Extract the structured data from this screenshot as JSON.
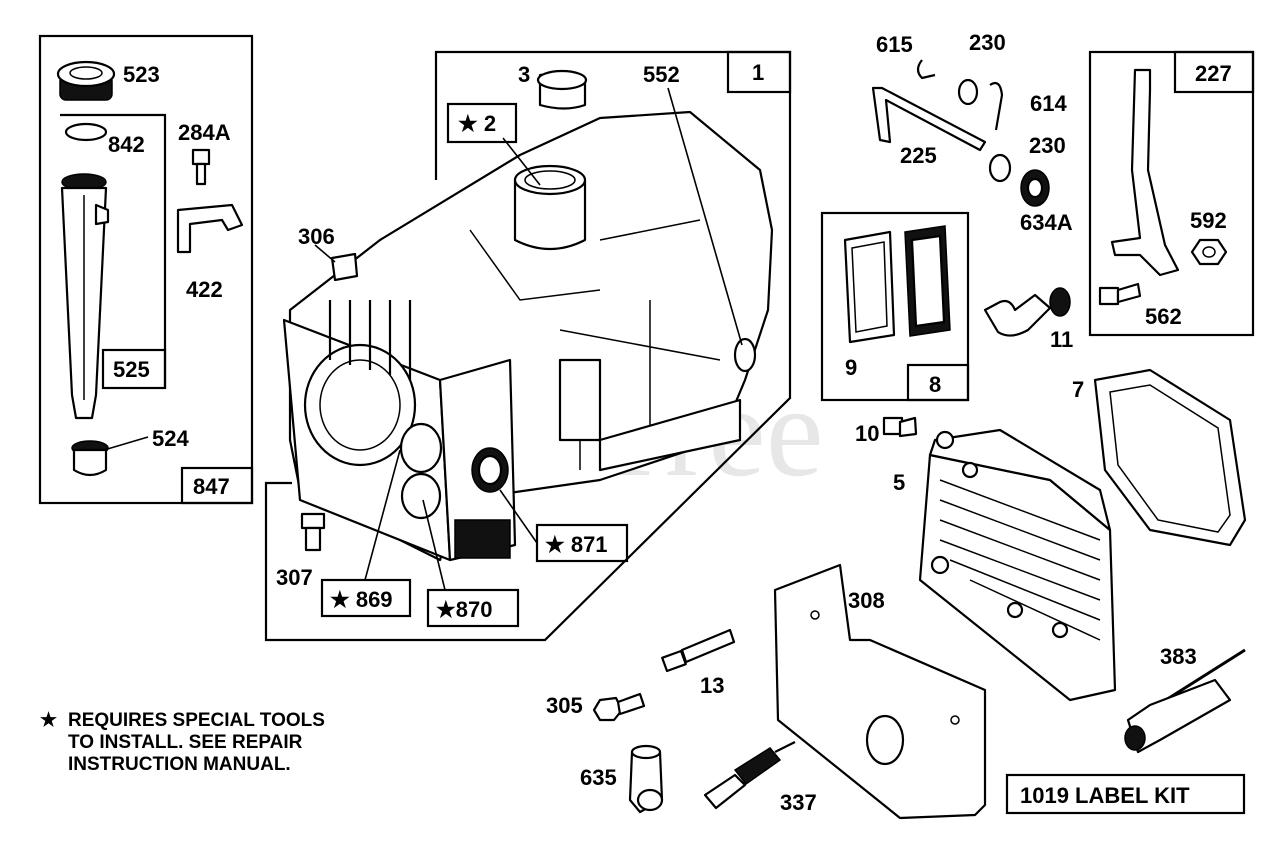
{
  "watermark": "PartsTree",
  "callouts": {
    "p523": "523",
    "p842": "842",
    "p284a": "284A",
    "p422": "422",
    "p525": "525",
    "p524": "524",
    "p847": "847",
    "p3": "3",
    "p552": "552",
    "p1": "1",
    "p2": "★ 2",
    "p306": "306",
    "p871": "★ 871",
    "p869": "★ 869",
    "p870": "★870",
    "p307": "307",
    "p615": "615",
    "p230a": "230",
    "p614": "614",
    "p225": "225",
    "p230b": "230",
    "p634a": "634A",
    "p227": "227",
    "p592": "592",
    "p562": "562",
    "p9": "9",
    "p8": "8",
    "p11": "11",
    "p7": "7",
    "p10": "10",
    "p5": "5",
    "p308": "308",
    "p383": "383",
    "p13": "13",
    "p305": "305",
    "p635": "635",
    "p337": "337"
  },
  "label_kit": "1019 LABEL KIT",
  "note": {
    "star": "★",
    "lines": [
      "REQUIRES SPECIAL TOOLS",
      "TO INSTALL.  SEE REPAIR",
      "INSTRUCTION MANUAL."
    ]
  }
}
